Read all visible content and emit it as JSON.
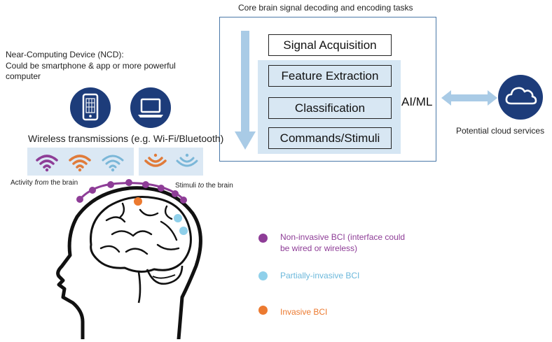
{
  "core": {
    "title": "Core brain signal decoding and encoding tasks",
    "steps": {
      "acquisition": "Signal Acquisition",
      "feature": "Feature Extraction",
      "classification": "Classification",
      "commands": "Commands/Stimuli"
    },
    "aiml": "AI/ML"
  },
  "ncd": {
    "line1": "Near-Computing Device (NCD):",
    "line2": "Could be smartphone & app or more powerful",
    "line3": "computer"
  },
  "wireless": {
    "label": "Wireless transmissions (e.g. Wi-Fi/Bluetooth)",
    "activity_prefix": "Activity ",
    "activity_em": "from",
    "activity_suffix": " the brain",
    "stimuli_prefix": "Stimuli ",
    "stimuli_em": "to",
    "stimuli_suffix": " the brain"
  },
  "cloud": {
    "label": "Potential cloud services"
  },
  "legend": {
    "noninvasive_line1": "Non-invasive  BCI (interface could",
    "noninvasive_line2": "be wired or wireless)",
    "partial": "Partially-invasive  BCI",
    "invasive": "Invasive  BCI"
  },
  "colors": {
    "noninvasive": "#8e3d97",
    "partial": "#8fd0ea",
    "invasive": "#ec7a30",
    "device": "#1d3c7a",
    "arrow": "#a9cbe6",
    "wifi_purple": "#8e3d97",
    "wifi_orange": "#e07b3a",
    "wifi_blue": "#7bb7d8"
  },
  "icons": {
    "phone": "smartphone-icon",
    "laptop": "laptop-icon",
    "cloud": "cloud-icon",
    "wifi": "wifi-icon",
    "brain": "head-brain-icon"
  }
}
